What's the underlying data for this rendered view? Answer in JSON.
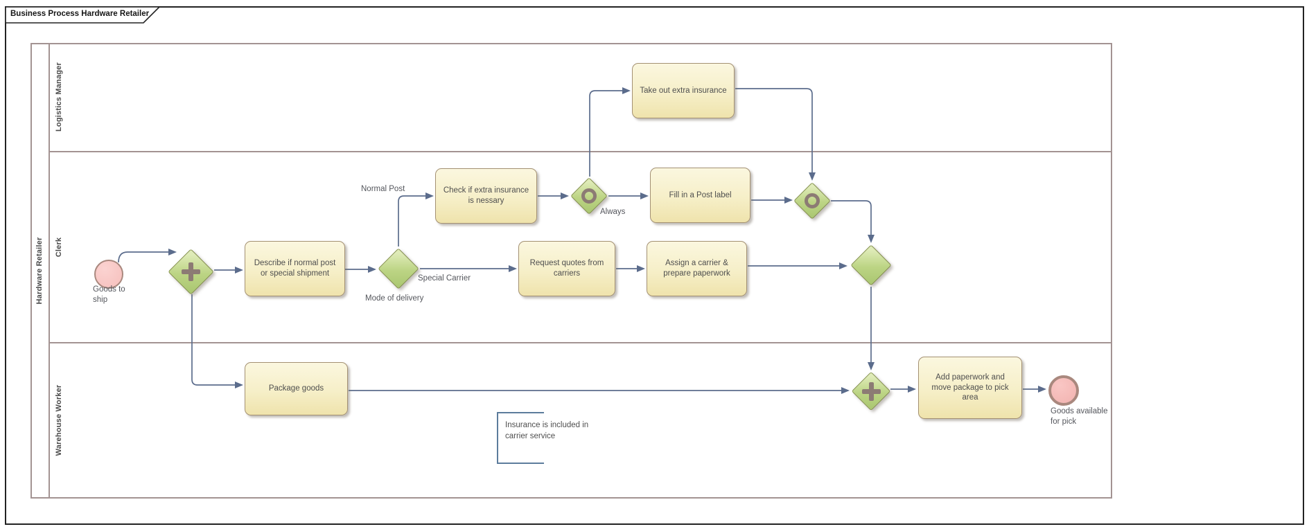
{
  "title": "Business Process Hardware Retailer",
  "pool": {
    "name": "Hardware Retailer",
    "lanes": [
      {
        "name": "Logistics Manager"
      },
      {
        "name": "Clerk"
      },
      {
        "name": "Warehouse Worker"
      }
    ]
  },
  "events": {
    "start": {
      "label": "Goods to ship"
    },
    "end": {
      "label": "Goods available for pick"
    }
  },
  "tasks": {
    "describe": "Describe if normal post or special shipment",
    "check": "Check if extra insurance is nessary",
    "take_insurance": "Take out extra insurance",
    "fill_post_label": "Fill in a Post label",
    "request_quotes": "Request quotes from carriers",
    "assign_carrier": "Assign a carrier & prepare paperwork",
    "package_goods": "Package goods",
    "add_paperwork": "Add paperwork and move package to pick area"
  },
  "flow_labels": {
    "normal_post": "Normal Post",
    "special_carrier": "Special Carrier",
    "always": "Always",
    "mode_of_delivery": "Mode of delivery"
  },
  "annotation": "Insurance is included in carrier service",
  "colors": {
    "task_fill_top": "#FBF7DF",
    "task_fill_bottom": "#EFE3AC",
    "task_border": "#A39072",
    "gateway_fill_top": "#DFEBB8",
    "gateway_fill_bottom": "#A9C670",
    "gateway_border": "#85914E",
    "gateway_marker": "#8C7B74",
    "event_fill": "#F6BFBC",
    "event_border": "#A9887E",
    "flow_line": "#5B6C8C",
    "pool_border": "#A39392",
    "annotation_bracket": "#5C7C9C"
  }
}
